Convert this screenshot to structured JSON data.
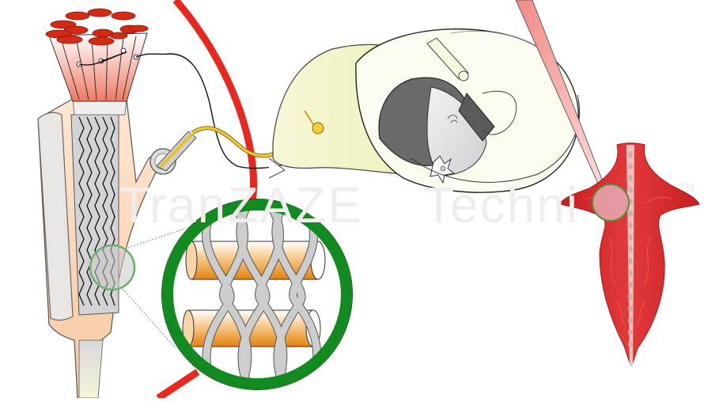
{
  "diagram": {
    "subject": "Muscle-tendon unit with nerve pathway to spinal cord",
    "watermark": {
      "part1": "TranZAZE",
      "part2": "Techni",
      "trademark": "TM"
    },
    "components": [
      {
        "id": "muscle-fiber-bundle",
        "description": "Bundle of muscle fibers with red cut ends and motor end plates"
      },
      {
        "id": "tendon",
        "description": "Tendon with wavy collagen fibers, cut-away view"
      },
      {
        "id": "tendon-magnifier",
        "description": "Small green circle on tendon linked to enlarged view"
      },
      {
        "id": "collagen-crosslink-zoom",
        "description": "Large green circle showing grey crosslinks woven around orange collagen fibrils"
      },
      {
        "id": "blood-vessel",
        "description": "Red arc vessel"
      },
      {
        "id": "golgi-tendon-organ",
        "description": "Receptor capsule with yellow afferent fiber"
      },
      {
        "id": "dorsal-root-ganglion",
        "description": "Yellow nerve fiber with cell body entering spinal cord"
      },
      {
        "id": "spinal-cord-section",
        "description": "Spinal cord cross-section with grey matter"
      },
      {
        "id": "muscle-overview",
        "description": "Red muscle with central tendon line and pink highlight circle"
      },
      {
        "id": "pointer-beam",
        "description": "Pink tapered beam pointing to highlighted region of muscle"
      }
    ],
    "colors": {
      "vessel": "#e8281e",
      "zoom-ring": "#118a1f",
      "collagen-fibril": "#e8880c",
      "crosslink": "#c8c8c8",
      "nerve": "#e8c22a",
      "ganglion-fill": "#f3f3cc",
      "grey-matter": "#6a6a6a",
      "muscle": "#d8262a",
      "fiber-cap": "#d42a14"
    }
  }
}
